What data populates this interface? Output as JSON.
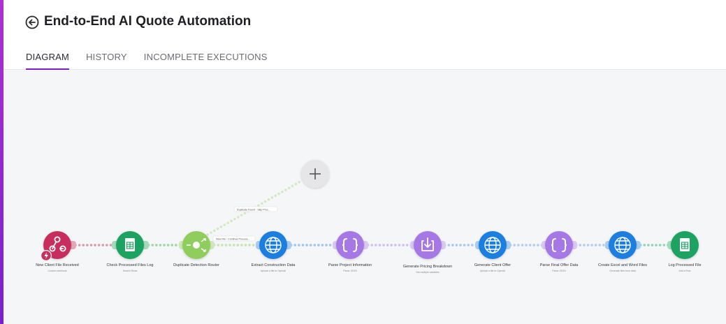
{
  "header": {
    "title": "End-to-End AI Quote Automation"
  },
  "tabs": [
    {
      "label": "DIAGRAM",
      "active": true
    },
    {
      "label": "HISTORY",
      "active": false
    },
    {
      "label": "INCOMPLETE EXECUTIONS",
      "active": false
    }
  ],
  "modules": [
    {
      "label": "New Client File Received",
      "sub": "Custom webhook",
      "icon": "webhook-icon",
      "color": "#c72f5d"
    },
    {
      "label": "Check Processed Files Log",
      "sub": "Search Rows",
      "icon": "sheets-icon",
      "color": "#1ea362"
    },
    {
      "label": "Duplicate Detection Router",
      "sub": "",
      "icon": "router-icon",
      "color": "#8fce5b"
    },
    {
      "label": "Extract Construction Data",
      "sub": "Upload a file to OpenAI",
      "icon": "http-icon",
      "color": "#1a7fe0"
    },
    {
      "label": "Parse Project Information",
      "sub": "Parse JSON",
      "icon": "json-icon",
      "color": "#a678e6"
    },
    {
      "label": "Generate Pricing Breakdown",
      "sub": "Set multiple variables",
      "icon": "set-variable-icon",
      "color": "#a678e6"
    },
    {
      "label": "Generate Client Offer",
      "sub": "Upload a file to OpenAI",
      "icon": "http-icon",
      "color": "#1a7fe0"
    },
    {
      "label": "Parse Final Offer Data",
      "sub": "Parse JSON",
      "icon": "json-icon",
      "color": "#a678e6"
    },
    {
      "label": "Create Excel and Word Files",
      "sub": "Generate files from data",
      "icon": "http-icon",
      "color": "#1a7fe0"
    },
    {
      "label": "Log Processed File",
      "sub": "Add a Row",
      "icon": "sheets-icon",
      "color": "#1ea362"
    }
  ],
  "add_module": {
    "icon": "plus-icon"
  },
  "filters": [
    {
      "label": "Duplicate Found - Skip Proc..."
    },
    {
      "label": "New File - Continue Process..."
    }
  ]
}
